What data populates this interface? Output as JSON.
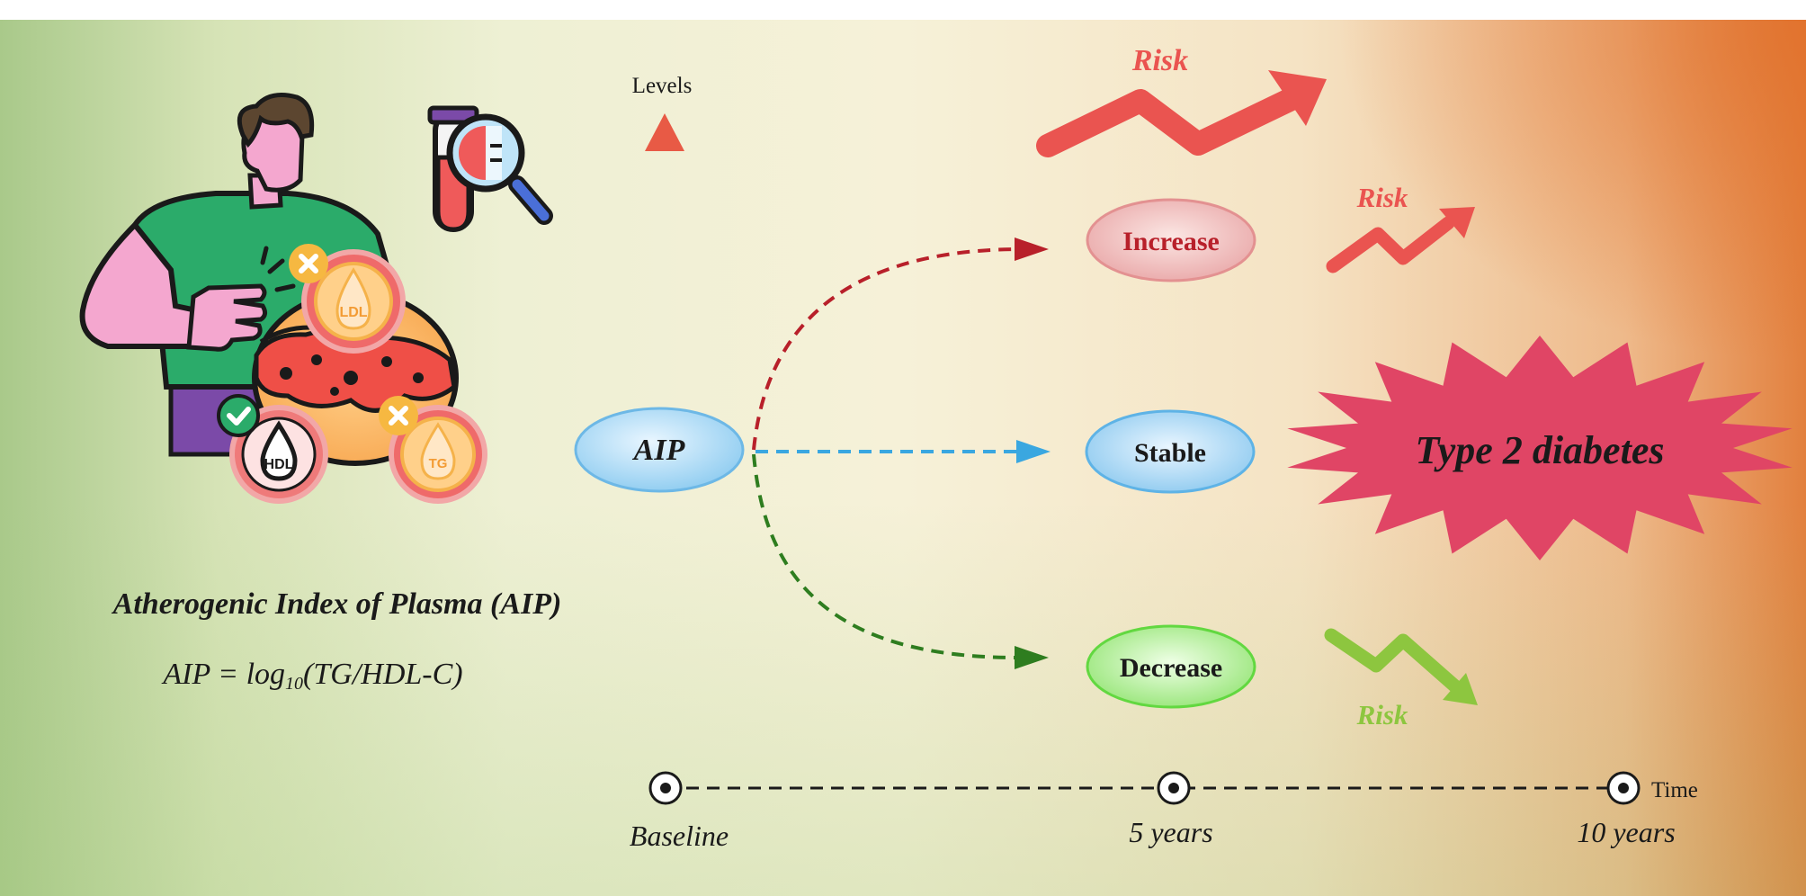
{
  "axis": {
    "y_label": "Levels",
    "x_label": "Time",
    "timepoints": [
      "Baseline",
      "5 years",
      "10 years"
    ]
  },
  "left_panel": {
    "title": "Atherogenic Index of Plasma (AIP)",
    "formula_prefix": "AIP = log",
    "formula_subscript": "10",
    "formula_suffix": "(TG/HDL-C)",
    "markers": {
      "ldl": "LDL",
      "hdl": "HDL",
      "tg": "TG"
    }
  },
  "center_node": {
    "label": "AIP"
  },
  "trajectories": [
    {
      "id": "increase",
      "label": "Increase"
    },
    {
      "id": "stable",
      "label": "Stable"
    },
    {
      "id": "decrease",
      "label": "Decrease"
    }
  ],
  "risk_labels": {
    "top": "Risk",
    "increase": "Risk",
    "decrease": "Risk"
  },
  "outcome": {
    "label": "Type 2 diabetes"
  },
  "colors": {
    "increase_arrow": "#b8202a",
    "stable_arrow": "#3aa7e0",
    "decrease_arrow": "#2e7d1f",
    "risk_red": "#ea5450",
    "risk_green": "#8dc63f",
    "burst": "#e04565"
  }
}
